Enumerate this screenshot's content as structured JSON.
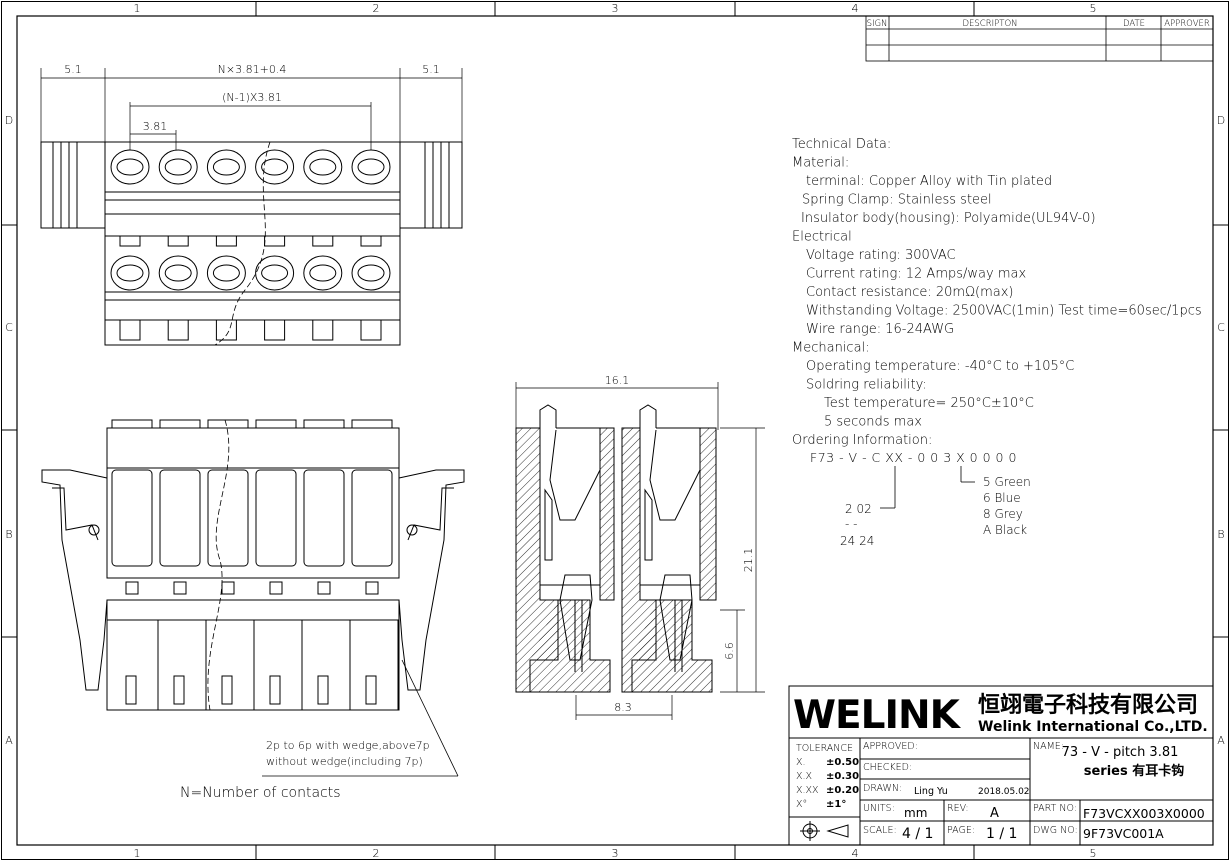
{
  "border": {
    "cols": [
      "1",
      "2",
      "3",
      "4",
      "5"
    ],
    "rows": [
      "D",
      "C",
      "B",
      "A"
    ]
  },
  "revision_table": {
    "headers": [
      "SIGN",
      "DESCRIPTON",
      "DATE",
      "APPROVER"
    ]
  },
  "dimensions": {
    "left_margin": "5.1",
    "total_width": "N×3.81+0.4",
    "right_margin": "5.1",
    "span": "(N-1)X3.81",
    "pitch": "3.81",
    "side_width": "16.1",
    "height": "21.1",
    "lower_height": "6.6",
    "bottom_width": "8.3"
  },
  "notes": {
    "wedge_note_1": "2p to 6p with wedge,above7p",
    "wedge_note_2": "without wedge(including 7p)",
    "n_definition": "N=Number of contacts"
  },
  "technical": {
    "lines": [
      "Technical Data:",
      "Material:",
      "  terminal: Copper Alloy with Tin plated",
      " Spring Clamp: Stainless steel",
      "Insulator body(housing): Polyamide(UL94V-0)",
      "Electrical",
      "  Voltage rating: 300VAC",
      "  Current rating: 12 Amps/way max",
      "  Contact resistance: 20mΩ(max)",
      "  Withstanding Voltage: 2500VAC(1min) Test time=60sec/1pcs",
      "  Wire range: 16-24AWG",
      "Mechanical:",
      "  Operating temperature: -40°C to +105°C",
      "  Soldring reliability:",
      "     Test temperature= 250°C±10°C",
      "     5 seconds max",
      "Ordering Information:"
    ],
    "order_code": "F73 - V - C XX - 0 0 3 X  0 0 0 0",
    "pin_range": [
      "2  02",
      "-   -",
      "24  24"
    ],
    "colors": [
      "5  Green",
      "6  Blue",
      "8  Grey",
      "A  Black"
    ]
  },
  "title_block": {
    "logo": "WELINK",
    "company_cn": "恒翊電子科技有限公司",
    "company_en": "Welink International Co.,LTD.",
    "tolerance_label": "TOLERANCE",
    "tolerances": [
      {
        "k": "X.",
        "v": "±0.50"
      },
      {
        "k": "X.X",
        "v": "±0.30"
      },
      {
        "k": "X.XX",
        "v": "±0.20"
      },
      {
        "k": "X°",
        "v": "±1°"
      }
    ],
    "approved_label": "APPROVED:",
    "checked_label": "CHECKED:",
    "drawn_label": "DRAWN:",
    "drawn_by": "Ling Yu",
    "drawn_date": "2018.05.02",
    "name_label": "NAME:",
    "name_line1": "73 - V - pitch 3.81",
    "name_line2": "series 有耳卡钩",
    "units_label": "UNITS:",
    "units": "mm",
    "rev_label": "REV:",
    "rev": "A",
    "part_no_label": "PART NO:",
    "part_no": "F73VCXX003X0000",
    "scale_label": "SCALE:",
    "scale": "4 / 1",
    "page_label": "PAGE:",
    "page": "1 / 1",
    "dwg_no_label": "DWG NO:",
    "dwg_no": "9F73VC001A"
  }
}
